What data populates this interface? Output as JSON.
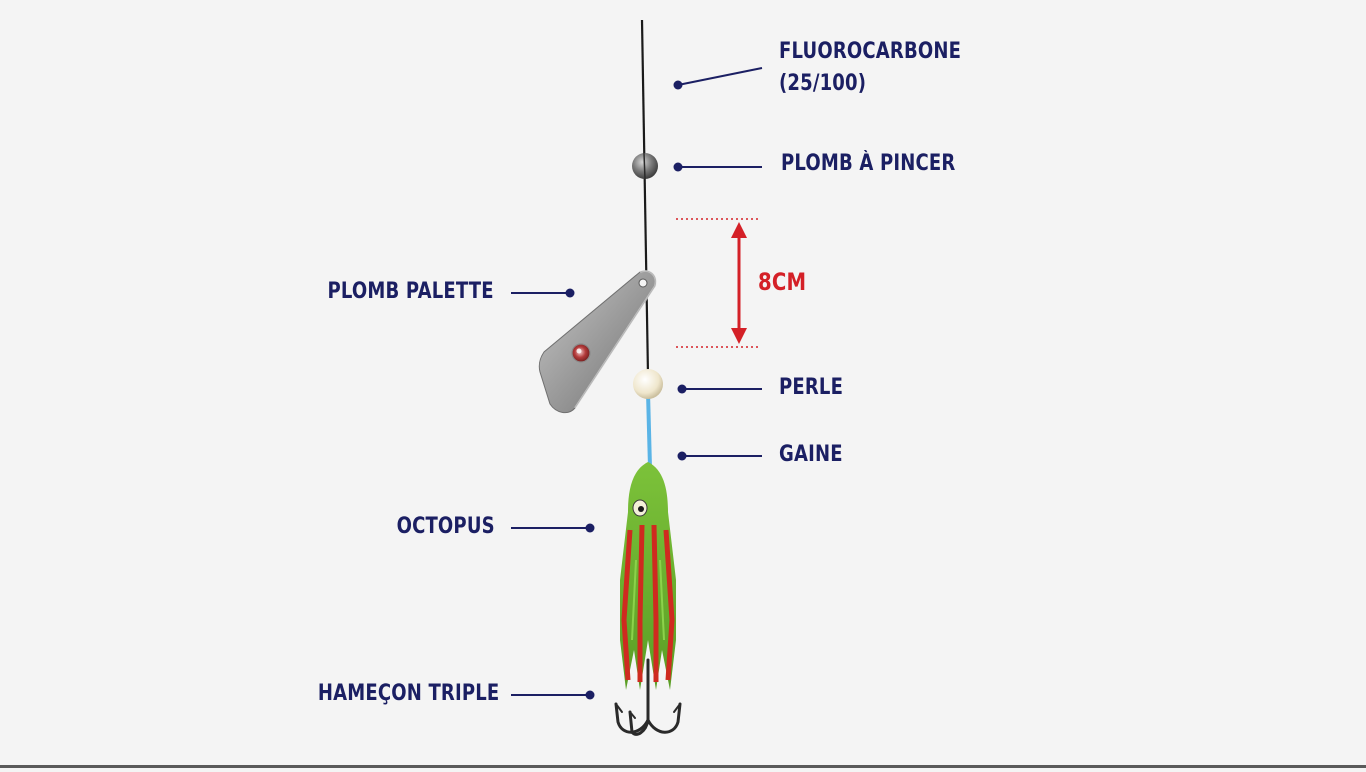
{
  "labels": {
    "fluorocarbone_line1": "FLUOROCARBONE",
    "fluorocarbone_line2": "(25/100)",
    "plomb_a_pincer": "PLOMB À PINCER",
    "plomb_palette": "PLOMB PALETTE",
    "measure": "8CM",
    "perle": "PERLE",
    "gaine": "GAINE",
    "octopus": "OCTOPUS",
    "hamecon_triple": "HAMEÇON TRIPLE"
  },
  "colors": {
    "label_text": "#1b1f63",
    "leader_line": "#1b1f63",
    "measure": "#d42027",
    "fishing_line": "#1a1a1a",
    "sleeve": "#5ab4e6",
    "lead": "#9a9a9a",
    "bead": "#f3ecd6",
    "octopus_green": "#6cb12d",
    "octopus_red": "#cf2a1f",
    "background": "#f4f4f4"
  }
}
